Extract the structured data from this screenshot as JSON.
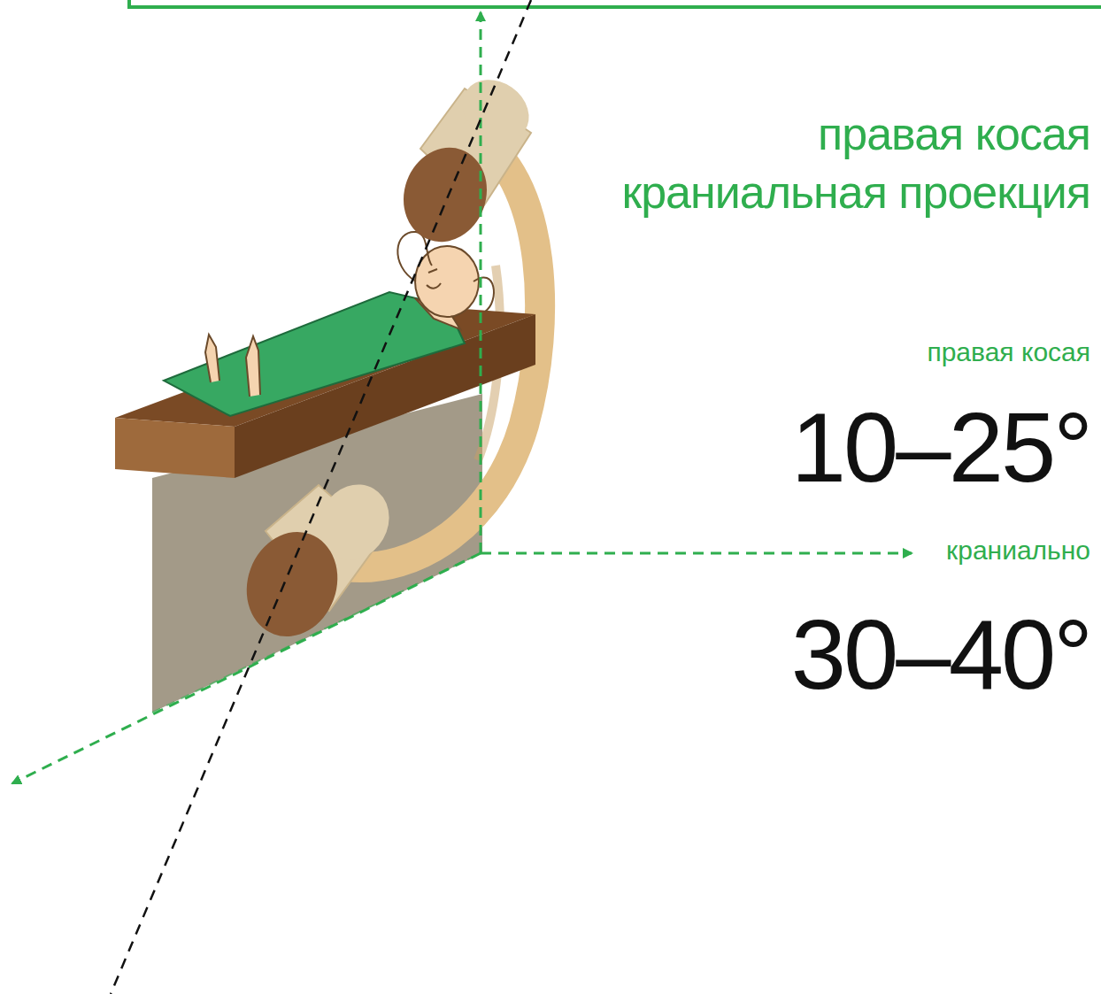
{
  "diagram": {
    "title": "правая косая краниальная проекция",
    "labels": [
      "правая косая",
      "10–25°",
      "краниально",
      "30–40°"
    ]
  }
}
